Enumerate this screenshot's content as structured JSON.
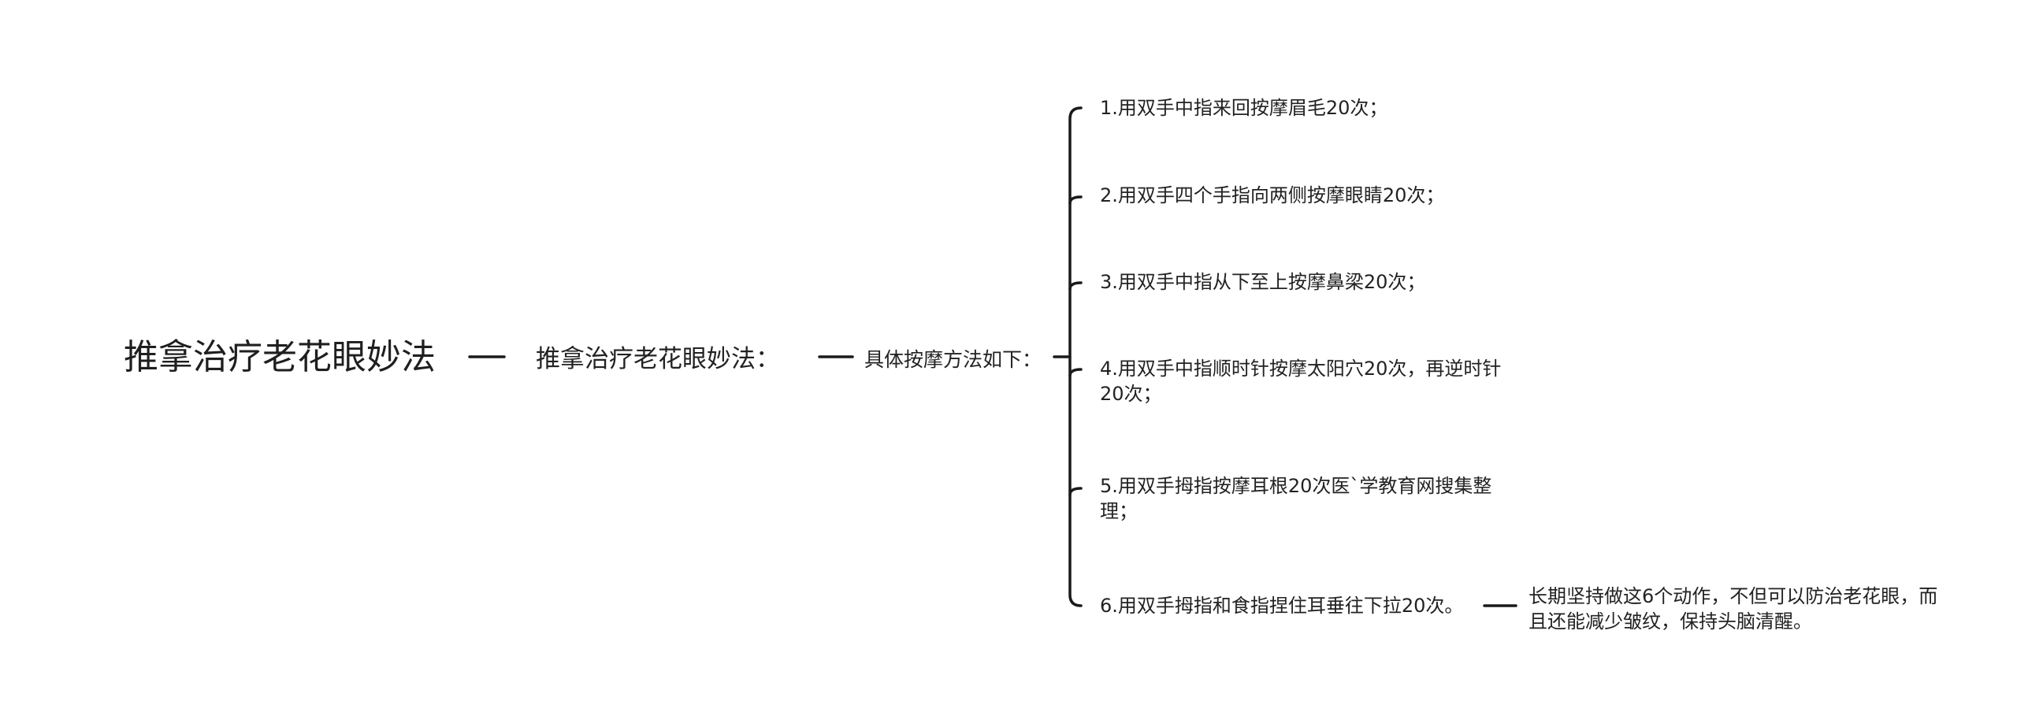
{
  "mindmap": {
    "root": "推拿治疗老花眼妙法",
    "level1": "推拿治疗老花眼妙法：",
    "level2": "具体按摩方法如下：",
    "steps": [
      "1.用双手中指来回按摩眉毛20次；",
      "2.用双手四个手指向两侧按摩眼睛20次；",
      "3.用双手中指从下至上按摩鼻梁20次；",
      "4.用双手中指顺时针按摩太阳穴20次，再逆时针20次；",
      "5.用双手拇指按摩耳根20次医`学教育网搜集整理；",
      "6.用双手拇指和食指捏住耳垂往下拉20次。"
    ],
    "note": "长期坚持做这6个动作，不但可以防治老花眼，而且还能减少皱纹，保持头脑清醒。"
  }
}
